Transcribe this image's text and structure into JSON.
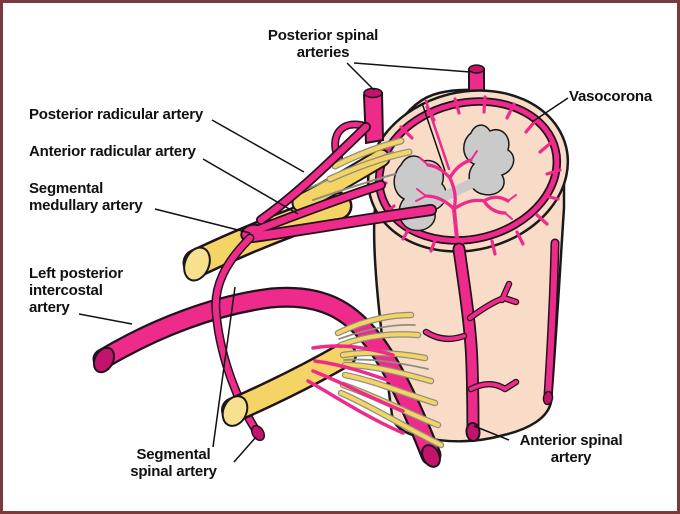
{
  "labels": {
    "posterior_spinal_arteries": "Posterior spinal\narteries",
    "vasocorona": "Vasocorona",
    "posterior_radicular_artery": "Posterior radicular artery",
    "anterior_radicular_artery": "Anterior radicular artery",
    "segmental_medullary_artery": "Segmental\nmedullary artery",
    "left_posterior_intercostal_artery": "Left posterior\nintercostal\nartery",
    "segmental_spinal_artery": "Segmental\nspinal artery",
    "anterior_spinal_artery": "Anterior spinal\nartery"
  },
  "colors": {
    "artery_pink": "#EE2A8B",
    "artery_dark": "#C2146B",
    "vessel_outline": "#20131B",
    "nerve_yellow": "#F4D464",
    "nerve_cut": "#F7E08E",
    "nerve_outline": "#8F8F80",
    "cord_peach": "#F9DCC7",
    "cord_outline": "#1A1A1A",
    "gray_matter": "#CBCACB",
    "frame": "#7A3A3A",
    "bg": "#FFFFFF",
    "label_color": "#111111"
  }
}
